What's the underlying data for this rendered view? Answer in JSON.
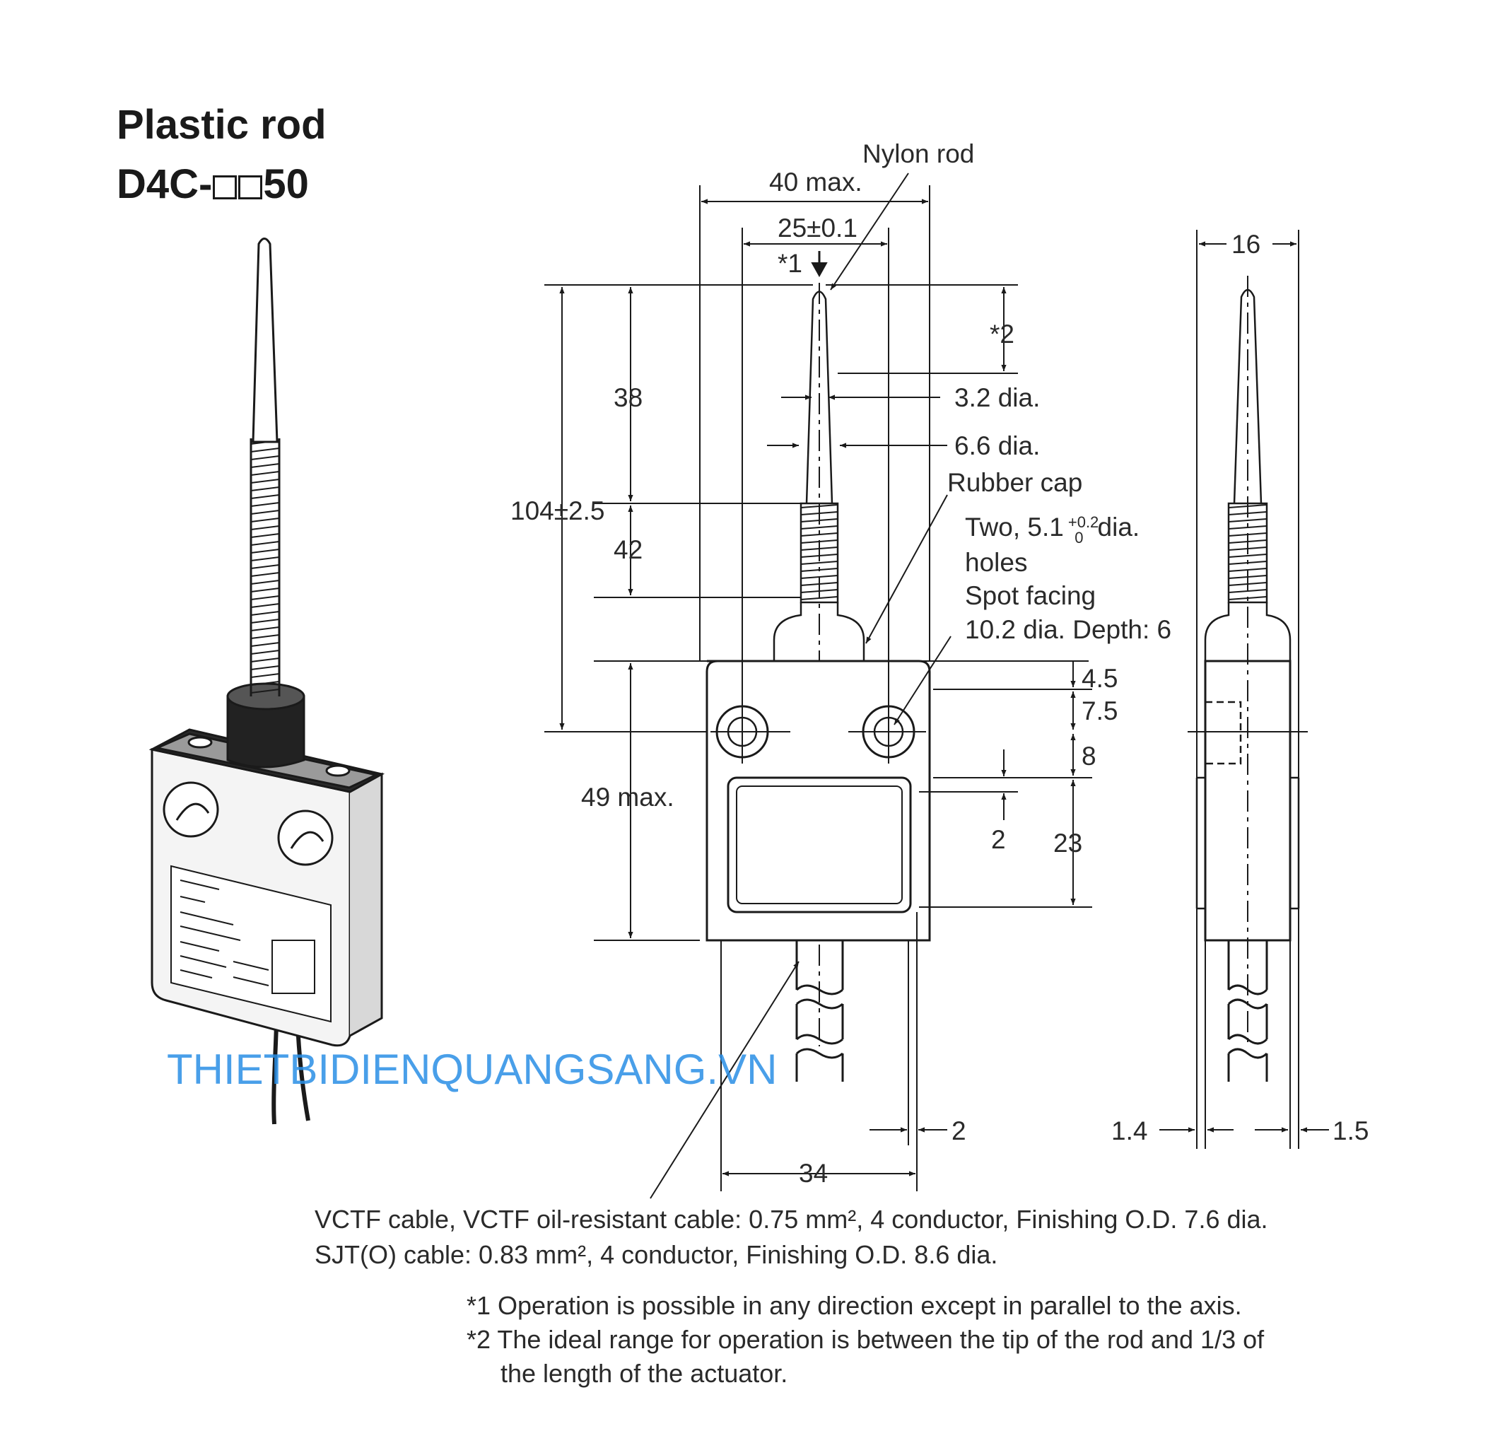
{
  "title": {
    "line1": "Plastic rod",
    "model_prefix": "D4C-",
    "model_suffix": "50"
  },
  "labels": {
    "nylon_rod": "Nylon rod",
    "width_max": "40 max.",
    "hole_pitch": "25±0.1",
    "note1_mark": "*1",
    "note2_mark": "*2",
    "rod_len": "38",
    "spring_len": "42",
    "total_height": "104±2.5",
    "body_height": "49 max.",
    "rod_tip_dia": "3.2 dia.",
    "rod_base_dia": "6.6 dia.",
    "rubber_cap": "Rubber cap",
    "holes_line1": "Two, 5.1",
    "holes_tol_plus": "+0.2",
    "holes_tol_minus": "0",
    "holes_line1_end": "dia.",
    "holes_line2": "holes",
    "spot_line1": "Spot facing",
    "spot_line2": "10.2 dia. Depth: 6",
    "d_4_5": "4.5",
    "d_7_5": "7.5",
    "d_8": "8",
    "d_2_right": "2",
    "d_23": "23",
    "d_2_bottom": "2",
    "d_34": "34",
    "d_16": "16",
    "d_1_4": "1.4",
    "d_1_5": "1.5"
  },
  "cable_note": {
    "line1": "VCTF cable, VCTF oil-resistant cable: 0.75 mm², 4 conductor, Finishing O.D. 7.6 dia.",
    "line2": "SJT(O) cable: 0.83 mm², 4 conductor, Finishing O.D. 8.6 dia."
  },
  "footnotes": {
    "note1": "*1 Operation is possible in any direction except in parallel to the axis.",
    "note2_line1": "*2 The ideal range for operation is between the tip of the rod and 1/3 of",
    "note2_line2": "the length of the actuator."
  },
  "watermark": "THIETBIDIENQUANGSANG.VN",
  "colors": {
    "line": "#1a1a1a",
    "watermark": "#2a8fe6",
    "body_fill": "#ffffff"
  }
}
